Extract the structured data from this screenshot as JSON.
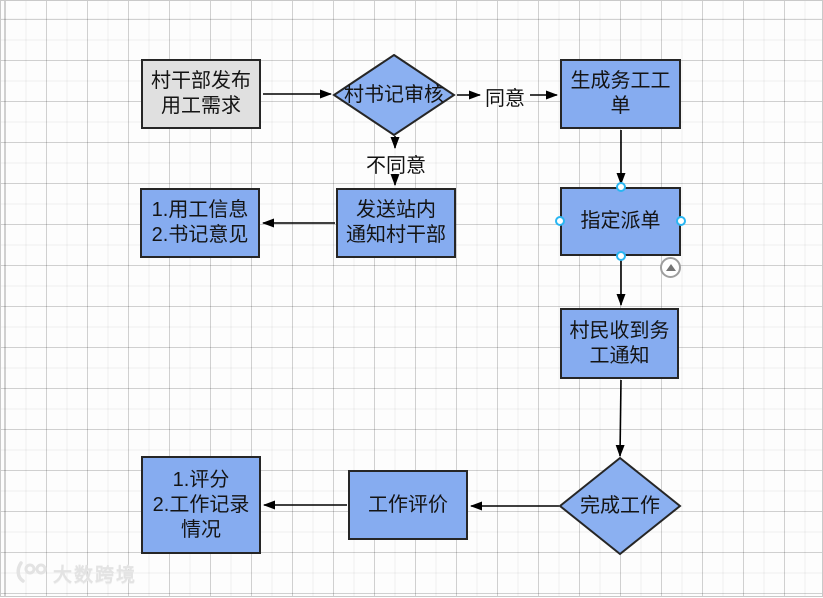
{
  "diagram": {
    "nodes": {
      "publish_demand": {
        "label": "村干部发布\n用工需求",
        "shape": "rectangle",
        "fill": "gray"
      },
      "secretary_review": {
        "label": "村书记审核",
        "shape": "diamond",
        "fill": "blue"
      },
      "generate_work_order": {
        "label": "生成务工工\n单",
        "shape": "rectangle",
        "fill": "blue"
      },
      "notify_cadre": {
        "label": "发送站内\n通知村干部",
        "shape": "rectangle",
        "fill": "blue"
      },
      "labor_info": {
        "label": "1.用工信息\n2.书记意见",
        "shape": "rectangle",
        "fill": "blue"
      },
      "assign_dispatch": {
        "label": "指定派单",
        "shape": "rectangle",
        "fill": "blue",
        "selected": true
      },
      "villager_notice": {
        "label": "村民收到务\n工通知",
        "shape": "rectangle",
        "fill": "blue"
      },
      "complete_work": {
        "label": "完成工作",
        "shape": "diamond",
        "fill": "blue"
      },
      "work_evaluation": {
        "label": "工作评价",
        "shape": "rectangle",
        "fill": "blue"
      },
      "score_record": {
        "label": "1.评分\n2.工作记录\n情况",
        "shape": "rectangle",
        "fill": "blue"
      }
    },
    "edge_labels": {
      "agree": "同意",
      "disagree": "不同意"
    },
    "edges": [
      {
        "from": "publish_demand",
        "to": "secretary_review"
      },
      {
        "from": "secretary_review",
        "to": "generate_work_order",
        "label": "同意"
      },
      {
        "from": "secretary_review",
        "to": "notify_cadre",
        "label": "不同意"
      },
      {
        "from": "notify_cadre",
        "to": "labor_info"
      },
      {
        "from": "generate_work_order",
        "to": "assign_dispatch"
      },
      {
        "from": "assign_dispatch",
        "to": "villager_notice"
      },
      {
        "from": "villager_notice",
        "to": "complete_work"
      },
      {
        "from": "complete_work",
        "to": "work_evaluation"
      },
      {
        "from": "work_evaluation",
        "to": "score_record"
      }
    ],
    "selection": {
      "selected_node": "assign_dispatch"
    },
    "colors": {
      "node_fill_blue": "#86acf0",
      "diamond_fill": "#8bb0f1",
      "node_fill_gray": "#e0e0e0",
      "node_border": "#262626",
      "arrow": "#000000",
      "selection_handle": "#29b6f2",
      "grid_minor": "#eeeeee",
      "grid_major": "#dcdcdc"
    },
    "watermark": {
      "text": "大数跨境"
    }
  }
}
